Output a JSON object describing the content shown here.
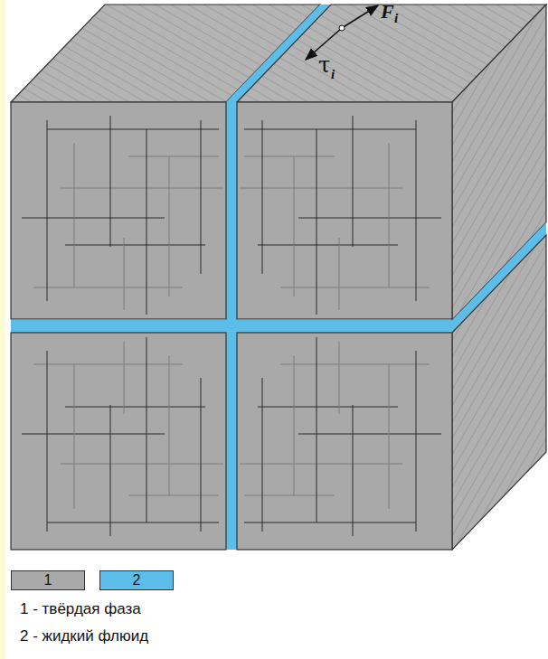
{
  "diagram": {
    "labels": [
      "F",
      "i",
      "τ",
      "i",
      "1",
      "2"
    ],
    "legend": [
      {
        "text": "1 - твёрдая фаза",
        "color": "#a9a9a9"
      },
      {
        "text": "2 - жидкий флюид",
        "color": "#5bbde8"
      }
    ]
  }
}
